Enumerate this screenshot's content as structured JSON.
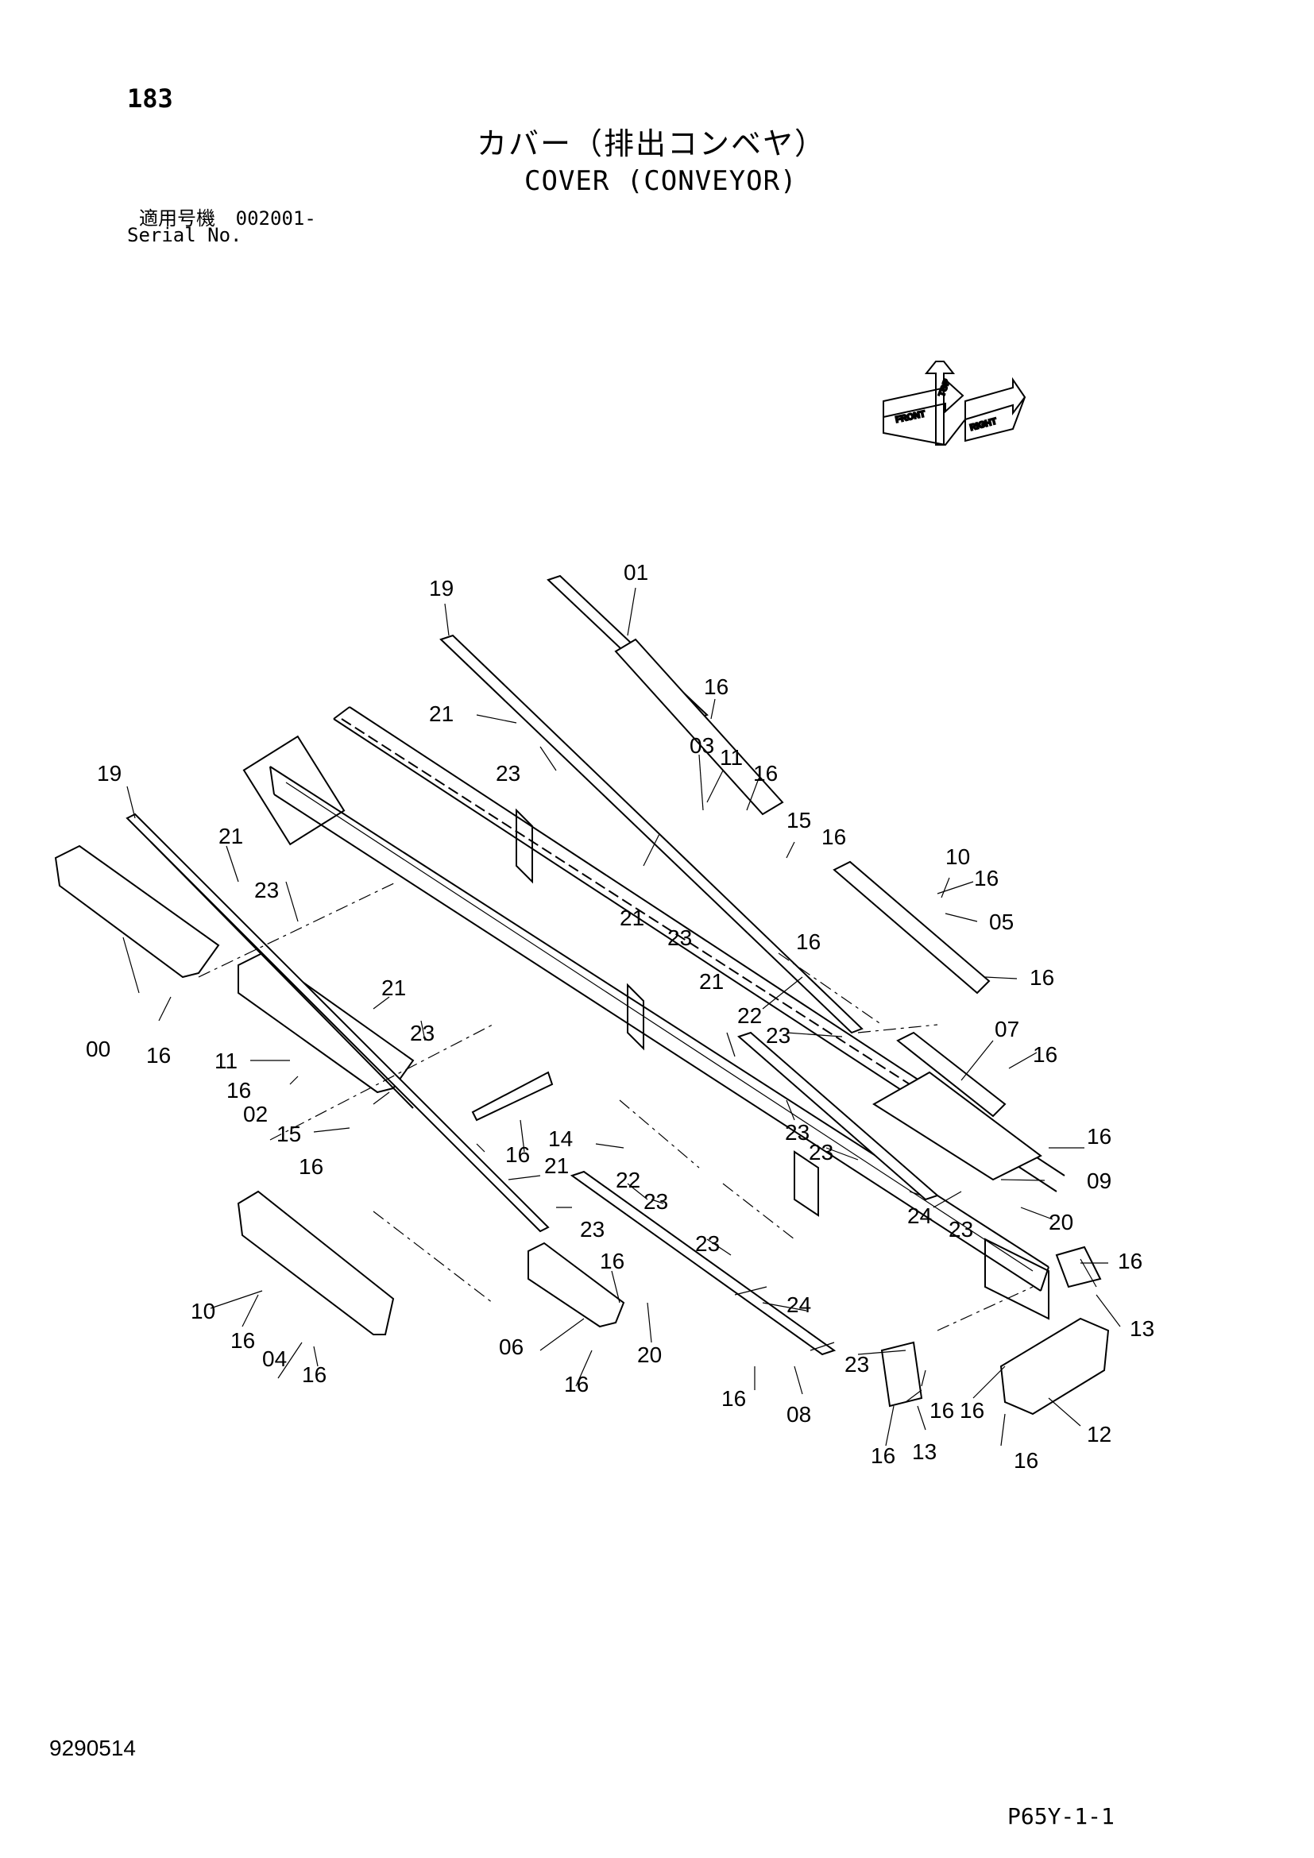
{
  "header": {
    "page_number": "183",
    "title_jp": "カバー（排出コンベヤ）",
    "title_en": "COVER (CONVEYOR)",
    "serial_label_jp": "適用号機",
    "serial_value": "002001-",
    "serial_label_en": "Serial No."
  },
  "orientation": {
    "front": "FRONT",
    "right": "RIGHT",
    "top": "TOP"
  },
  "callouts": [
    {
      "label": "01"
    },
    {
      "label": "19"
    },
    {
      "label": "16"
    },
    {
      "label": "21"
    },
    {
      "label": "03"
    },
    {
      "label": "11"
    },
    {
      "label": "16"
    },
    {
      "label": "23"
    },
    {
      "label": "19"
    },
    {
      "label": "21"
    },
    {
      "label": "15"
    },
    {
      "label": "16"
    },
    {
      "label": "10"
    },
    {
      "label": "16"
    },
    {
      "label": "23"
    },
    {
      "label": "21"
    },
    {
      "label": "05"
    },
    {
      "label": "23"
    },
    {
      "label": "16"
    },
    {
      "label": "21"
    },
    {
      "label": "16"
    },
    {
      "label": "00"
    },
    {
      "label": "21"
    },
    {
      "label": "16"
    },
    {
      "label": "23"
    },
    {
      "label": "22"
    },
    {
      "label": "23"
    },
    {
      "label": "07"
    },
    {
      "label": "16"
    },
    {
      "label": "11"
    },
    {
      "label": "16"
    },
    {
      "label": "02"
    },
    {
      "label": "15"
    },
    {
      "label": "16"
    },
    {
      "label": "14"
    },
    {
      "label": "16"
    },
    {
      "label": "23"
    },
    {
      "label": "23"
    },
    {
      "label": "16"
    },
    {
      "label": "21"
    },
    {
      "label": "09"
    },
    {
      "label": "22"
    },
    {
      "label": "23"
    },
    {
      "label": "24"
    },
    {
      "label": "23"
    },
    {
      "label": "20"
    },
    {
      "label": "23"
    },
    {
      "label": "16"
    },
    {
      "label": "23"
    },
    {
      "label": "16"
    },
    {
      "label": "10"
    },
    {
      "label": "24"
    },
    {
      "label": "13"
    },
    {
      "label": "16"
    },
    {
      "label": "04"
    },
    {
      "label": "06"
    },
    {
      "label": "20"
    },
    {
      "label": "23"
    },
    {
      "label": "16"
    },
    {
      "label": "16"
    },
    {
      "label": "16"
    },
    {
      "label": "16"
    },
    {
      "label": "08"
    },
    {
      "label": "16"
    },
    {
      "label": "12"
    },
    {
      "label": "16"
    },
    {
      "label": "13"
    },
    {
      "label": "16"
    }
  ],
  "footer": {
    "doc_number": "9290514",
    "page_ref": "P65Y-1-1"
  }
}
